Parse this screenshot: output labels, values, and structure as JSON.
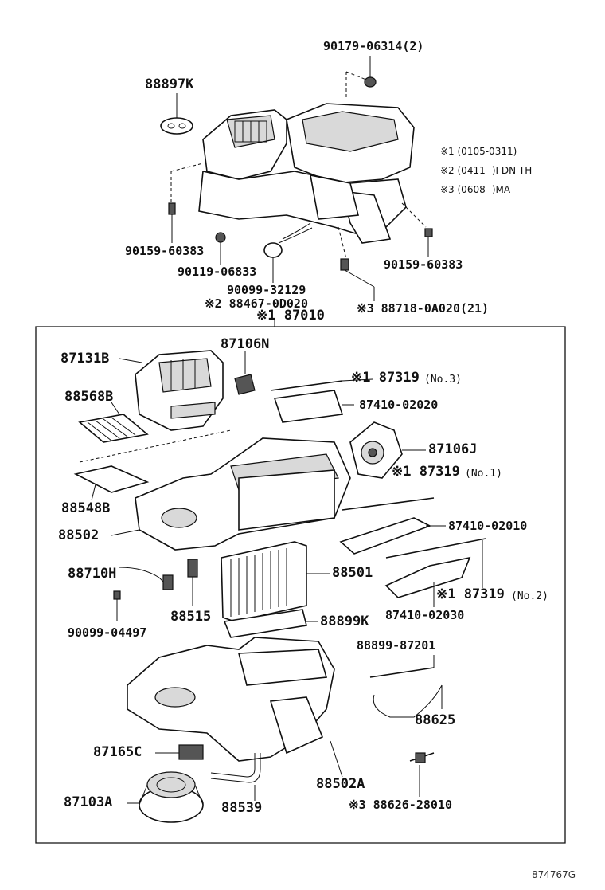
{
  "labels": {
    "p90179": "90179-06314(2)",
    "p88897k": "88897K",
    "note1": "※1 (0105-0311)",
    "note2": "※2 (0411-        )I DN TH",
    "note3": "※3 (0608-        )MA",
    "p90159_left": "90159-60383",
    "p90119": "90119-06833",
    "p90159_right": "90159-60383",
    "p90099_32129": "90099-32129",
    "p88467": "※2 88467-0D020",
    "p88718": "※3 88718-0A020(21)",
    "p87010": "※1 87010",
    "p87131b": "87131B",
    "p87106n": "87106N",
    "p87319_no3": "※1 87319",
    "p87319_no3_suffix": "(No.3)",
    "p87410_02020": "87410-02020",
    "p88568b": "88568B",
    "p87106j": "87106J",
    "p87319_no1": "※1 87319",
    "p87319_no1_suffix": "(No.1)",
    "p88548b": "88548B",
    "p88502": "88502",
    "p87410_02010": "87410-02010",
    "p88710h": "88710H",
    "p88501": "88501",
    "p87319_no2": "※1 87319",
    "p87319_no2_suffix": "(No.2)",
    "p90099_04497": "90099-04497",
    "p88515": "88515",
    "p88899k": "88899K",
    "p87410_02030": "87410-02030",
    "p88899_87201": "88899-87201",
    "p88625": "88625",
    "p87165c": "87165C",
    "p88502a": "88502A",
    "p87103a": "87103A",
    "p88539": "88539",
    "p88626": "※3 88626-28010",
    "figure_code": "874767G"
  }
}
